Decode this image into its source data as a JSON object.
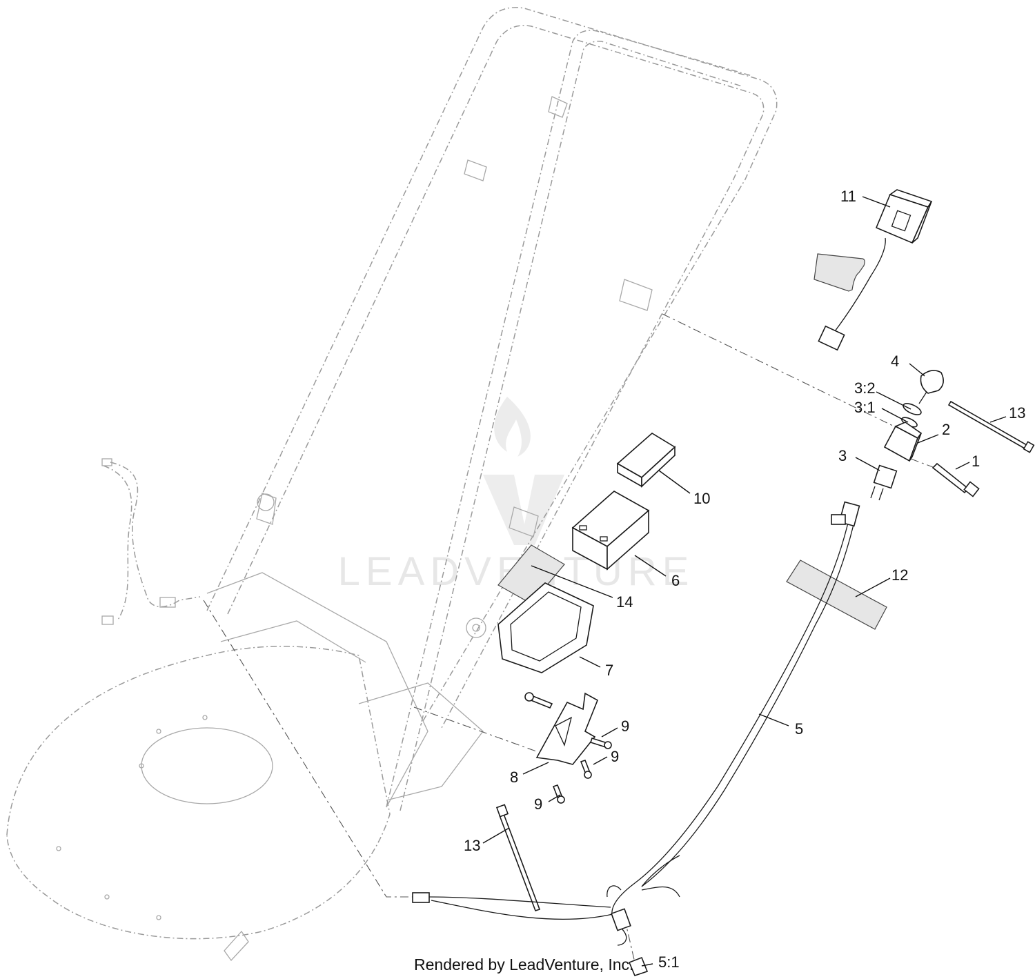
{
  "watermark": {
    "brand": "LEADVENTURE"
  },
  "credit": {
    "text": "Rendered by LeadVenture, Inc."
  },
  "callouts": [
    {
      "id": "11",
      "label": "11"
    },
    {
      "id": "4",
      "label": "4"
    },
    {
      "id": "3-2",
      "label": "3:2"
    },
    {
      "id": "3-1",
      "label": "3:1"
    },
    {
      "id": "13-top",
      "label": "13"
    },
    {
      "id": "2",
      "label": "2"
    },
    {
      "id": "3",
      "label": "3"
    },
    {
      "id": "1",
      "label": "1"
    },
    {
      "id": "10",
      "label": "10"
    },
    {
      "id": "6",
      "label": "6"
    },
    {
      "id": "14",
      "label": "14"
    },
    {
      "id": "12",
      "label": "12"
    },
    {
      "id": "7",
      "label": "7"
    },
    {
      "id": "9-a",
      "label": "9"
    },
    {
      "id": "9-b",
      "label": "9"
    },
    {
      "id": "9-c",
      "label": "9"
    },
    {
      "id": "8",
      "label": "8"
    },
    {
      "id": "5",
      "label": "5"
    },
    {
      "id": "13-bottom",
      "label": "13"
    },
    {
      "id": "5-1",
      "label": "5:1"
    }
  ]
}
